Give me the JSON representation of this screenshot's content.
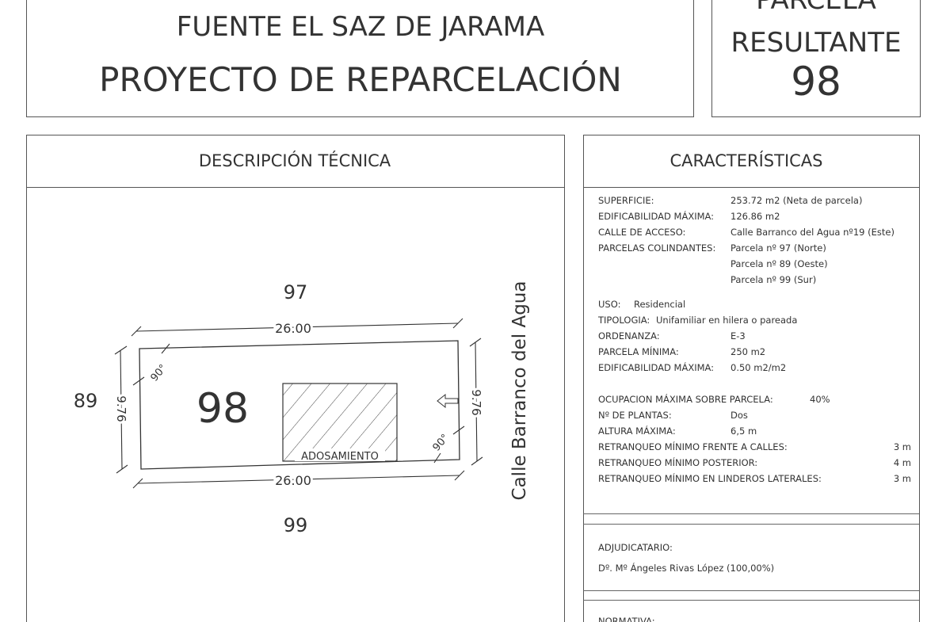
{
  "header": {
    "municipality": "FUENTE EL SAZ DE JARAMA",
    "project": "PROYECTO DE REPARCELACIÓN",
    "parcel_label_1": "PARCELA",
    "parcel_label_2": "RESULTANTE",
    "parcel_number": "98"
  },
  "description": {
    "title": "DESCRIPCIÓN TÉCNICA",
    "north_neighbor": "97",
    "south_neighbor": "99",
    "west_neighbor": "89",
    "parcel": "98",
    "top_dim": "26.00",
    "bottom_dim": "26.00",
    "left_dim": "9.76",
    "right_dim": "9.76",
    "angle_1": "90°",
    "angle_2": "90°",
    "attached_label": "ADOSAMIENTO",
    "street": "Calle Barranco del Agua"
  },
  "characteristics": {
    "title": "CARACTERÍSTICAS",
    "general": [
      {
        "label": "SUPERFICIE:",
        "value": "253.72 m2 (Neta de parcela)"
      },
      {
        "label": "EDIFICABILIDAD MÁXIMA:",
        "value": "126.86 m2"
      },
      {
        "label": "CALLE DE ACCESO:",
        "value": "Calle Barranco del Agua nº19 (Este)"
      },
      {
        "label": "PARCELAS COLINDANTES:",
        "value": "Parcela nº 97 (Norte)"
      },
      {
        "label": "",
        "value": "Parcela nº 89 (Oeste)"
      },
      {
        "label": "",
        "value": "Parcela nº 99 (Sur)"
      }
    ],
    "uso_label": "USO:",
    "uso_value": "Residencial",
    "tipologia_label": "TIPOLOGIA:",
    "tipologia_value": "Unifamiliar en hilera o pareada",
    "params": [
      {
        "label": "ORDENANZA:",
        "value": "E-3"
      },
      {
        "label": "PARCELA MÍNIMA:",
        "value": "250 m2"
      },
      {
        "label": "EDIFICABILIDAD MÁXIMA:",
        "value": "0.50 m2/m2"
      }
    ],
    "ocupacion_label": "OCUPACION MÁXIMA SOBRE PARCELA:",
    "ocupacion_value": "40%",
    "params2": [
      {
        "label": "Nº DE PLANTAS:",
        "value": "Dos"
      },
      {
        "label": "ALTURA MÁXIMA:",
        "value": "6,5 m"
      }
    ],
    "setbacks": [
      {
        "label": "RETRANQUEO MÍNIMO FRENTE A CALLES:",
        "value": "3 m"
      },
      {
        "label": "RETRANQUEO MÍNIMO POSTERIOR:",
        "value": "4 m"
      },
      {
        "label": "RETRANQUEO MÍNIMO EN LINDEROS LATERALES:",
        "value": "3 m"
      }
    ]
  },
  "adjudicatario": {
    "label": "ADJUDICATARIO:",
    "value": "Dº. Mº Ángeles Rivas López  (100,00%)"
  },
  "normativa": {
    "label": "NORMATIVA:"
  }
}
